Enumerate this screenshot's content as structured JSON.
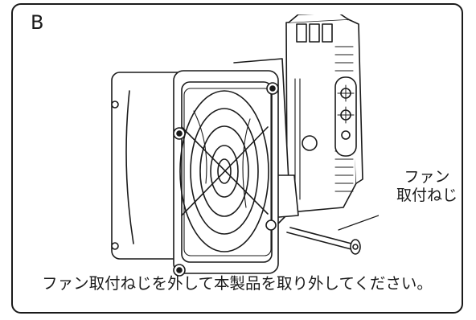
{
  "figure": {
    "label": "B",
    "callout": {
      "line1": "ファン",
      "line2": "取付ねじ"
    },
    "caption": "ファン取付ねじを外して本製品を取り外してください。"
  }
}
